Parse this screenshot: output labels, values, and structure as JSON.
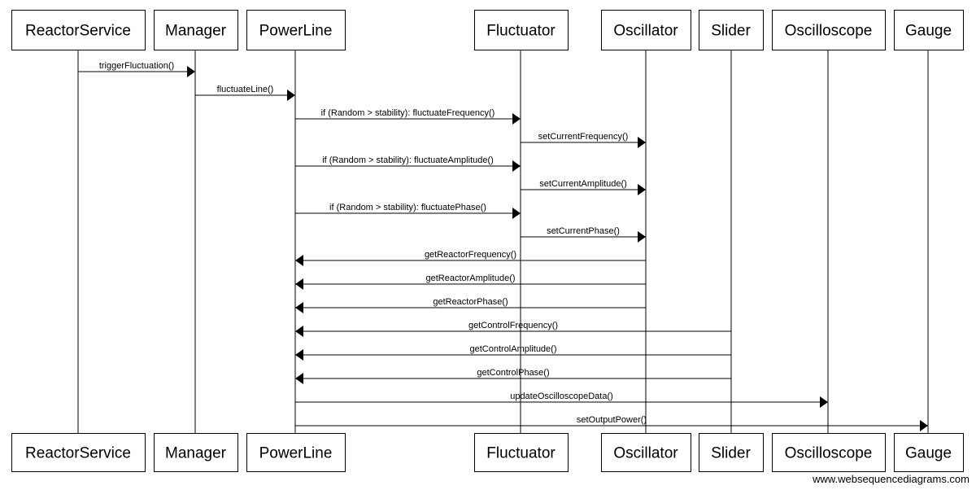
{
  "participants": [
    {
      "id": "reactorservice",
      "name": "ReactorService"
    },
    {
      "id": "manager",
      "name": "Manager"
    },
    {
      "id": "powerline",
      "name": "PowerLine"
    },
    {
      "id": "fluctuator",
      "name": "Fluctuator"
    },
    {
      "id": "oscillator",
      "name": "Oscillator"
    },
    {
      "id": "slider",
      "name": "Slider"
    },
    {
      "id": "oscilloscope",
      "name": "Oscilloscope"
    },
    {
      "id": "gauge",
      "name": "Gauge"
    }
  ],
  "messages": [
    {
      "from": "reactorservice",
      "to": "manager",
      "label": "triggerFluctuation()"
    },
    {
      "from": "manager",
      "to": "powerline",
      "label": "fluctuateLine()"
    },
    {
      "from": "powerline",
      "to": "fluctuator",
      "label": "if (Random > stability): fluctuateFrequency()"
    },
    {
      "from": "fluctuator",
      "to": "oscillator",
      "label": "setCurrentFrequency()"
    },
    {
      "from": "powerline",
      "to": "fluctuator",
      "label": "if (Random > stability): fluctuateAmplitude()"
    },
    {
      "from": "fluctuator",
      "to": "oscillator",
      "label": "setCurrentAmplitude()"
    },
    {
      "from": "powerline",
      "to": "fluctuator",
      "label": "if (Random > stability): fluctuatePhase()"
    },
    {
      "from": "fluctuator",
      "to": "oscillator",
      "label": "setCurrentPhase()"
    },
    {
      "from": "oscillator",
      "to": "powerline",
      "label": "getReactorFrequency()"
    },
    {
      "from": "oscillator",
      "to": "powerline",
      "label": "getReactorAmplitude()"
    },
    {
      "from": "oscillator",
      "to": "powerline",
      "label": "getReactorPhase()"
    },
    {
      "from": "slider",
      "to": "powerline",
      "label": "getControlFrequency()"
    },
    {
      "from": "slider",
      "to": "powerline",
      "label": "getControlAmplitude()"
    },
    {
      "from": "slider",
      "to": "powerline",
      "label": "getControlPhase()"
    },
    {
      "from": "powerline",
      "to": "oscilloscope",
      "label": "updateOscilloscopeData()"
    },
    {
      "from": "powerline",
      "to": "gauge",
      "label": "setOutputPower()"
    }
  ],
  "watermark": "www.websequencediagrams.com"
}
